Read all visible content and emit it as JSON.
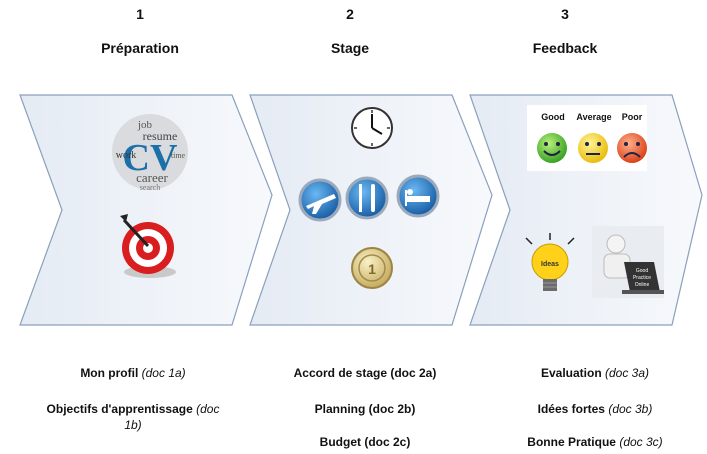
{
  "steps": [
    {
      "number": "1",
      "title": "Préparation",
      "icons": [
        "cv-word-cloud-icon",
        "target-dart-icon"
      ],
      "items": [
        {
          "label": "Mon profil",
          "ref": "(doc 1a)"
        },
        {
          "label": "Objectifs d'apprentissage",
          "ref": "(doc 1b)"
        }
      ]
    },
    {
      "number": "2",
      "title": "Stage",
      "icons": [
        "clock-icon",
        "airplane-icon",
        "fork-knife-icon",
        "bed-icon",
        "euro-coin-icon"
      ],
      "items": [
        {
          "label": "Accord de stage (doc 2a)",
          "ref": ""
        },
        {
          "label": "Planning (doc 2b)",
          "ref": ""
        },
        {
          "label": "Budget (doc 2c)",
          "ref": ""
        }
      ]
    },
    {
      "number": "3",
      "title": "Feedback",
      "icons": [
        "smiley-rating-icon",
        "lightbulb-ideas-icon",
        "good-practice-laptop-icon"
      ],
      "rating_labels": [
        "Good",
        "Average",
        "Poor"
      ],
      "bulb_label": "Ideas",
      "laptop_text": "Good Practice Online",
      "items": [
        {
          "label": "Evaluation",
          "ref": "(doc 3a)"
        },
        {
          "label": "Idées fortes",
          "ref": "(doc 3b)"
        },
        {
          "label": "Bonne Pratique",
          "ref": "(doc 3c)"
        }
      ]
    }
  ],
  "cv_cloud_words": [
    "CV",
    "job",
    "resume",
    "work",
    "career",
    "time",
    "search"
  ],
  "colors": {
    "chevron_fill": "#eef2f8",
    "chevron_stroke": "#8aa0bd"
  }
}
